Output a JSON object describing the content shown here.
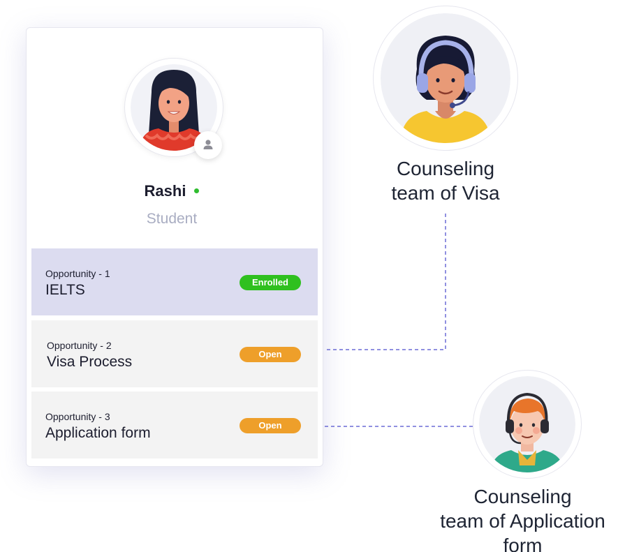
{
  "profile": {
    "name": "Rashi",
    "role": "Student",
    "online_color": "#2fbd2f",
    "avatar_icon": "student-avatar-illustration",
    "badge_icon": "user-icon"
  },
  "opportunities": [
    {
      "subtitle": "Opportunity - 1",
      "title": "IELTS",
      "status": "Enrolled",
      "status_color": "#2fc01f",
      "highlight_color": "#dcdcf0"
    },
    {
      "subtitle": "Opportunity - 2",
      "title": "Visa Process",
      "status": "Open",
      "status_color": "#ee9f2a"
    },
    {
      "subtitle": "Opportunity - 3",
      "title": "Application form",
      "status": "Open",
      "status_color": "#ee9f2a"
    }
  ],
  "teams": [
    {
      "line1": "Counseling",
      "line2": "team of Visa",
      "avatar_icon": "female-counselor-headset-avatar"
    },
    {
      "line1": "Counseling",
      "line2": "team of Application",
      "line3": "form",
      "avatar_icon": "male-counselor-headset-avatar"
    }
  ],
  "connector_color": "#6b6bd6"
}
